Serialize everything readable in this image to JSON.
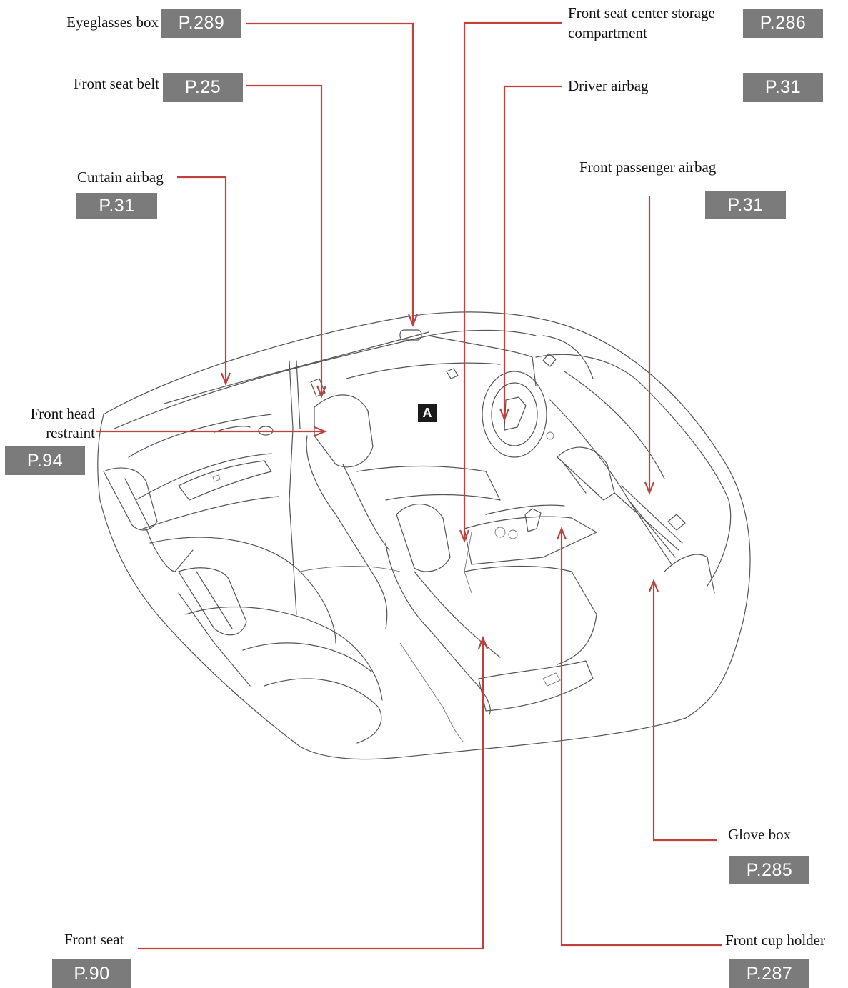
{
  "callouts": {
    "eyeglasses_box": {
      "label": "Eyeglasses box",
      "page": "P.289"
    },
    "front_seat_belt": {
      "label": "Front seat belt",
      "page": "P.25"
    },
    "curtain_airbag": {
      "label": "Curtain airbag",
      "page": "P.31"
    },
    "front_head_restraint": {
      "label_line1": "Front head",
      "label_line2": "restraint",
      "page": "P.94"
    },
    "front_seat_center_storage": {
      "label_line1": "Front seat center storage",
      "label_line2": "compartment",
      "page": "P.286"
    },
    "driver_airbag": {
      "label": "Driver airbag",
      "page": "P.31"
    },
    "front_passenger_airbag": {
      "label": "Front passenger airbag",
      "page": "P.31"
    },
    "glove_box": {
      "label": "Glove box",
      "page": "P.285"
    },
    "front_seat": {
      "label": "Front seat",
      "page": "P.90"
    },
    "front_cup_holder": {
      "label": "Front cup holder",
      "page": "P.287"
    }
  },
  "marker": {
    "text": "A"
  },
  "colors": {
    "leader": "#c0403c",
    "badge": "#7b7b7b",
    "outline": "#555555"
  }
}
